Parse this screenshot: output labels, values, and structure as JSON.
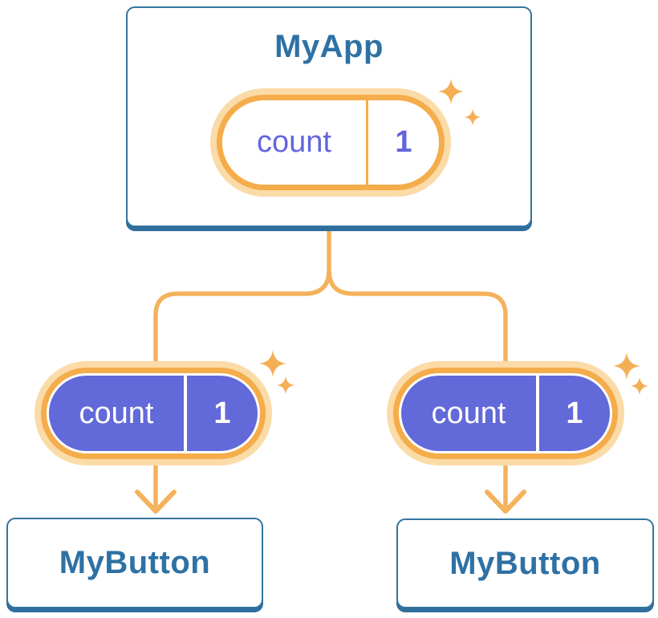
{
  "diagram": {
    "root_component": {
      "title": "MyApp",
      "state": {
        "name": "count",
        "value": "1"
      }
    },
    "child_components": [
      {
        "title": "MyButton",
        "state": {
          "name": "count",
          "value": "1"
        }
      },
      {
        "title": "MyButton",
        "state": {
          "name": "count",
          "value": "1"
        }
      }
    ],
    "colors": {
      "card_border": "#35749F",
      "card_shadow": "#2F6E9D",
      "card_bg": "#FFFFFF",
      "component_title": "#2E71A4",
      "pill_border": "#F5AC4B",
      "pill_halo": "#FBDBA7",
      "pill_fill": "#6269D8",
      "pill_text": "#6366DC",
      "connector": "#F4B25C",
      "sparkle": "#F4AF55"
    }
  }
}
